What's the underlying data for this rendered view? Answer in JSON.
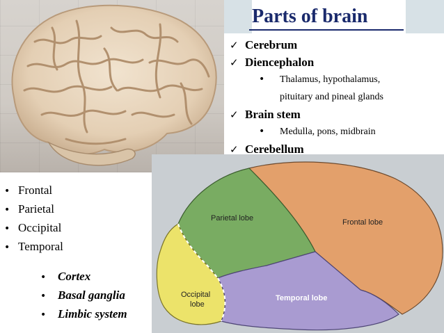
{
  "title": "Parts of brain",
  "parts": [
    {
      "label": "Cerebrum",
      "sub": []
    },
    {
      "label": "Diencephalon",
      "sub": [
        "Thalamus, hypothalamus,",
        "pituitary and pineal glands"
      ]
    },
    {
      "label": "Brain stem",
      "sub": [
        "Medulla, pons, midbrain"
      ]
    },
    {
      "label": "Cerebellum",
      "sub": []
    }
  ],
  "lobes": [
    "Frontal",
    "Parietal",
    "Occipital",
    "Temporal"
  ],
  "regions": [
    "Cortex",
    "Basal ganglia",
    "Limbic system"
  ],
  "diagram_labels": {
    "parietal": "Parietal lobe",
    "frontal": "Frontal lobe",
    "occipital_1": "Occipital",
    "occipital_2": "lobe",
    "temporal": "Temporal lobe"
  },
  "colors": {
    "title": "#1a2a6c",
    "frontal": "#e3a06b",
    "parietal": "#79ac62",
    "occipital": "#ece36a",
    "temporal": "#a99bd1"
  },
  "icons": {
    "check": "✓",
    "bullet": "•"
  }
}
